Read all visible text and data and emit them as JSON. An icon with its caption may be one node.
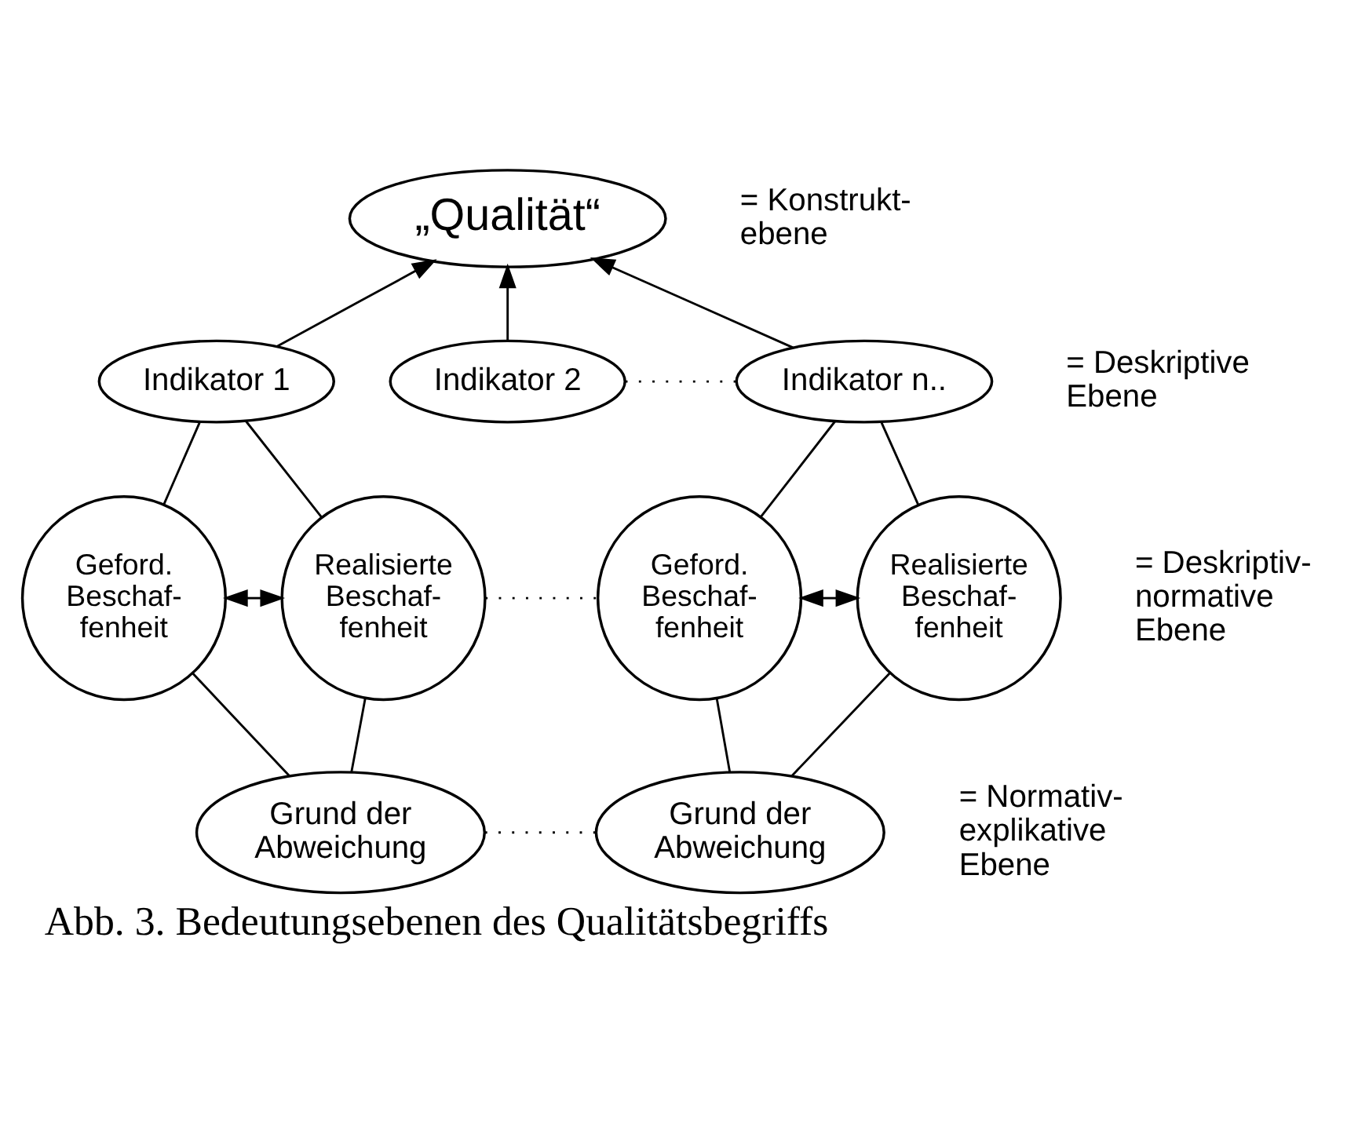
{
  "diagram": {
    "caption": "Abb. 3. Bedeutungsebenen des Qualitätsbegriffs",
    "nodes": [
      {
        "text": [
          "„Qualität“"
        ]
      },
      {
        "text": [
          "Indikator 1"
        ]
      },
      {
        "text": [
          "Indikator 2"
        ]
      },
      {
        "text": [
          "Indikator n.."
        ]
      },
      {
        "text": [
          "Geford. Beschaf- fenheit"
        ]
      },
      {
        "text": [
          "Realisierte Beschaf- fenheit"
        ]
      },
      {
        "text": [
          "Geford. Beschaf- fenheit"
        ]
      },
      {
        "text": [
          "Realisierte Beschaf- fenheit"
        ]
      },
      {
        "text": [
          "Grund der Abweichung"
        ]
      },
      {
        "text": [
          "Grund der Abweichung"
        ]
      }
    ],
    "edges": [
      {
        "from": 1,
        "to": 0,
        "arrow": "to"
      },
      {
        "from": 2,
        "to": 0,
        "arrow": "to"
      },
      {
        "from": 3,
        "to": 0,
        "arrow": "to"
      },
      {
        "from": 2,
        "to": 3,
        "arrow": "none",
        "style": "dashed"
      },
      {
        "from": 4,
        "to": 1,
        "arrow": "none"
      },
      {
        "from": 5,
        "to": 1,
        "arrow": "none"
      },
      {
        "from": 4,
        "to": 5,
        "arrow": "both"
      },
      {
        "from": 5,
        "to": 6,
        "arrow": "none",
        "style": "dashed"
      },
      {
        "from": 6,
        "to": 3,
        "arrow": "none"
      },
      {
        "from": 7,
        "to": 3,
        "arrow": "none"
      },
      {
        "from": 6,
        "to": 7,
        "arrow": "both"
      },
      {
        "from": 8,
        "to": 4,
        "arrow": "none"
      },
      {
        "from": 8,
        "to": 5,
        "arrow": "none"
      },
      {
        "from": 8,
        "to": 9,
        "arrow": "none",
        "style": "dashed"
      },
      {
        "from": 9,
        "to": 6,
        "arrow": "none"
      },
      {
        "from": 9,
        "to": 7,
        "arrow": "none"
      }
    ],
    "labels": [
      "= Konstrukt- ebene",
      "= Deskriptive Ebene",
      "= Deskriptiv- normative Ebene",
      "= Normativ- explikative Ebene"
    ]
  }
}
